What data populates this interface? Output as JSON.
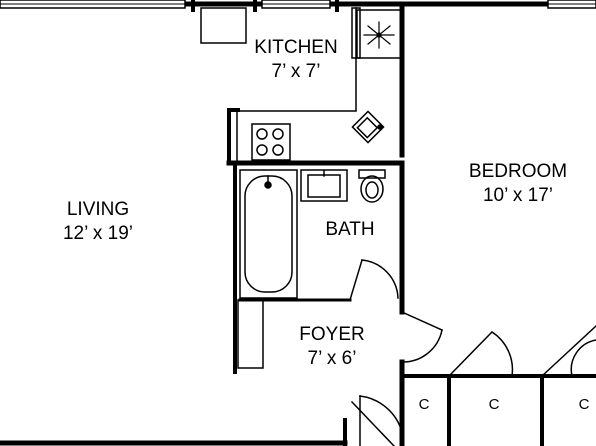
{
  "rooms": {
    "kitchen": {
      "name": "KITCHEN",
      "size": "7’ x 7’"
    },
    "living": {
      "name": "LIVING",
      "size": "12’ x 19’"
    },
    "bedroom": {
      "name": "BEDROOM",
      "size": "10’ x 17’"
    },
    "bath": {
      "name": "BATH"
    },
    "foyer": {
      "name": "FOYER",
      "size": "7’ x 6’"
    },
    "closets": [
      "C",
      "C",
      "C"
    ]
  },
  "icons": [
    "range-burners-icon",
    "sink-icon",
    "bathtub-icon",
    "vanity-sink-icon",
    "toilet-icon",
    "fan-icon"
  ]
}
